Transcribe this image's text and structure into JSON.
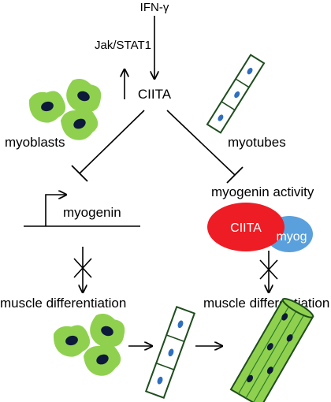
{
  "labels": {
    "ifn": "IFN-γ",
    "jak": "Jak/STAT1",
    "ciita": "CIITA",
    "myoblasts": "myoblasts",
    "myotubes": "myotubes",
    "myogenin": "myogenin",
    "myogenin_activity": "myogenin activity",
    "complex_ciita": "CIITA",
    "complex_myog": "myog",
    "diff_left": "muscle differentiation",
    "diff_right": "muscle differentiation"
  },
  "colors": {
    "cell_fill": "#8fd14f",
    "nucleus": "#0d1a3a",
    "tube_border": "#1e4d1e",
    "tube_nucleus": "#2f6fc0",
    "fiber_fill": "#8fd14f",
    "fiber_stripe": "#2e7d2e",
    "ciita_red": "#ee1c24",
    "myog_blue": "#5aa0dc"
  }
}
